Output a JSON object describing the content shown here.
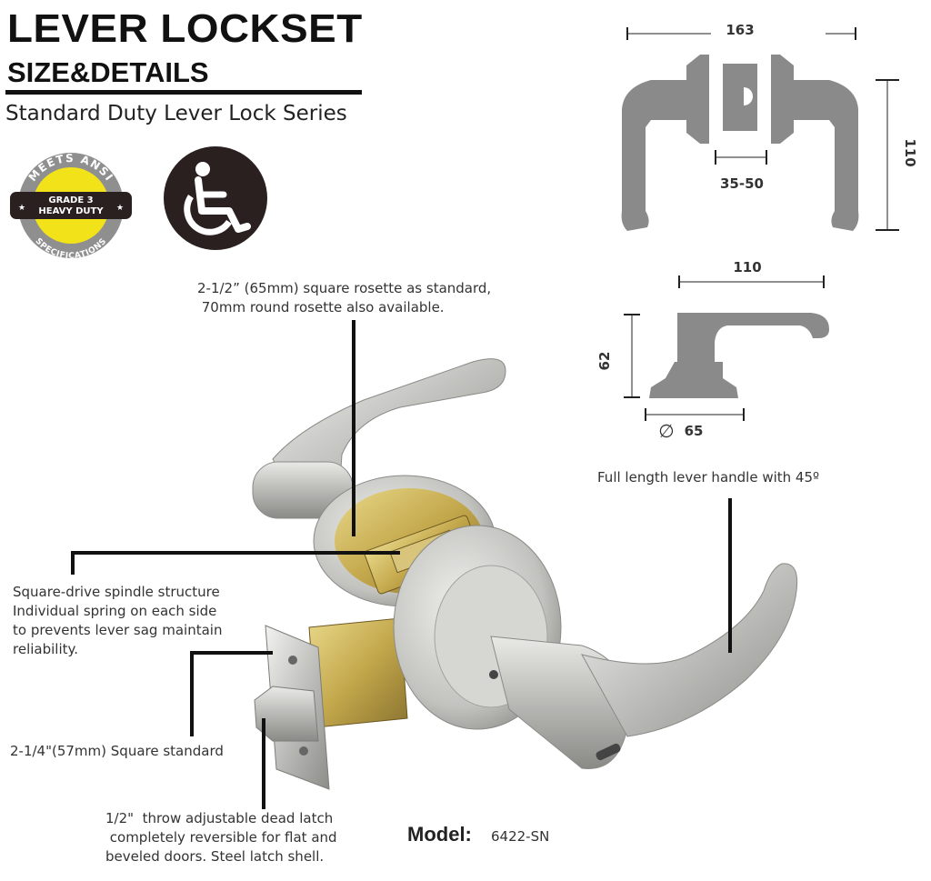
{
  "header": {
    "title": "LEVER LOCKSET",
    "subtitle": "SIZE&DETAILS",
    "series": "Standard Duty Lever Lock Series"
  },
  "badges": {
    "ansi_top": "MEETS ANSI",
    "ansi_grade": "GRADE 3",
    "ansi_duty": "HEAVY DUTY",
    "ansi_bottom": "SPECIFICATIONS",
    "ansi_star": "★"
  },
  "dimensions": {
    "front_width": "163",
    "backset": "35-50",
    "front_height": "110",
    "side_length": "110",
    "side_height": "62",
    "rosette_symbol": "∅",
    "rosette_diameter": "65"
  },
  "callouts": {
    "rosette": "2-1/2” (65mm) square rosette as standard,\n 70mm round rosette also available.",
    "lever": "Full length lever handle with 45º",
    "spindle": "Square-drive spindle structure\nIndividual spring on each side\nto prevents lever sag maintain\nreliability.",
    "faceplate": "2-1/4\"(57mm) Square standard",
    "latch": "1/2\"  throw adjustable dead latch\n completely reversible for flat and\nbeveled doors. Steel latch shell."
  },
  "model": {
    "label": "Model:",
    "value": "6422-SN"
  },
  "colors": {
    "diagram_gray": "#8a8a8a",
    "satin_nickel": "#c9c9c6",
    "brass": "#c9b25a",
    "ansi_yellow": "#f2e21a",
    "badge_dark": "#2b2020"
  }
}
